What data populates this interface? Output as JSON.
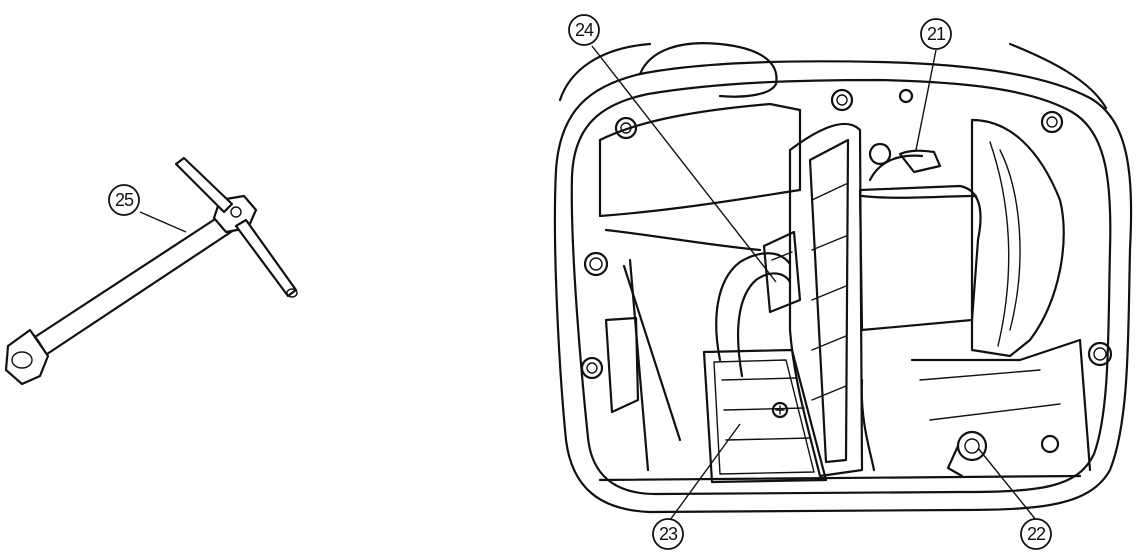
{
  "callouts": {
    "c21": "21",
    "c22": "22",
    "c23": "23",
    "c24": "24",
    "c25": "25"
  }
}
